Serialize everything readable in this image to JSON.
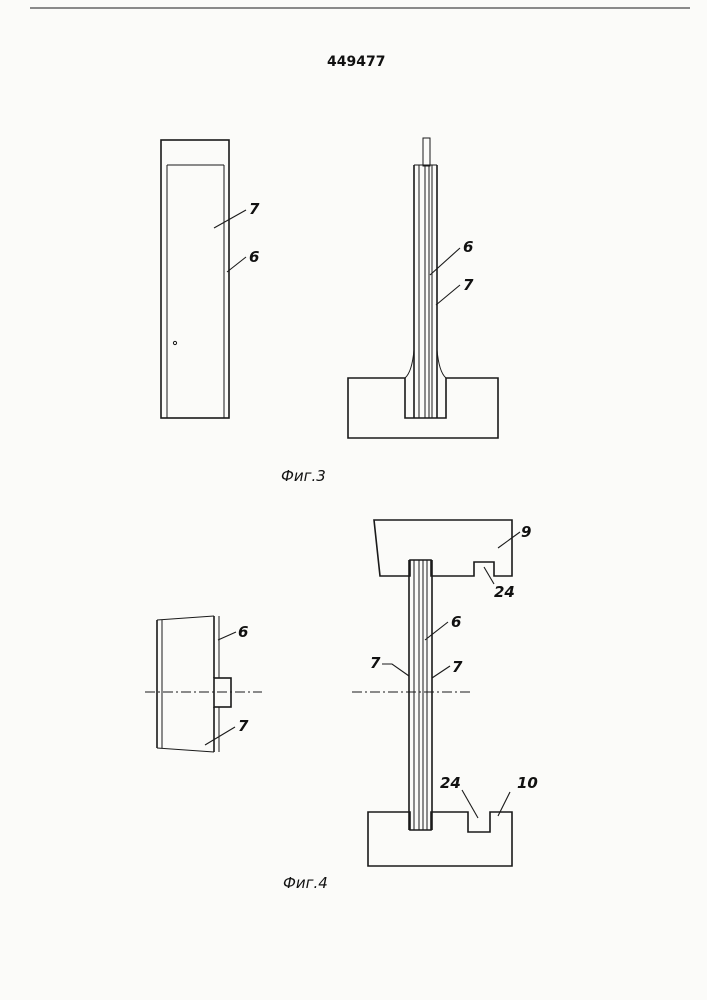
{
  "page_number": "449477",
  "figures": {
    "fig3": {
      "caption": "Фиг.3",
      "labels": {
        "left_7": "7",
        "left_6": "6",
        "right_6": "6",
        "right_7": "7"
      }
    },
    "fig4": {
      "caption": "Фиг.4",
      "labels": {
        "left_6": "6",
        "left_7": "7",
        "top_9": "9",
        "top_24": "24",
        "mid_6": "6",
        "mid_7a": "7",
        "mid_7b": "7",
        "bot_24": "24",
        "bot_10": "10"
      }
    }
  }
}
